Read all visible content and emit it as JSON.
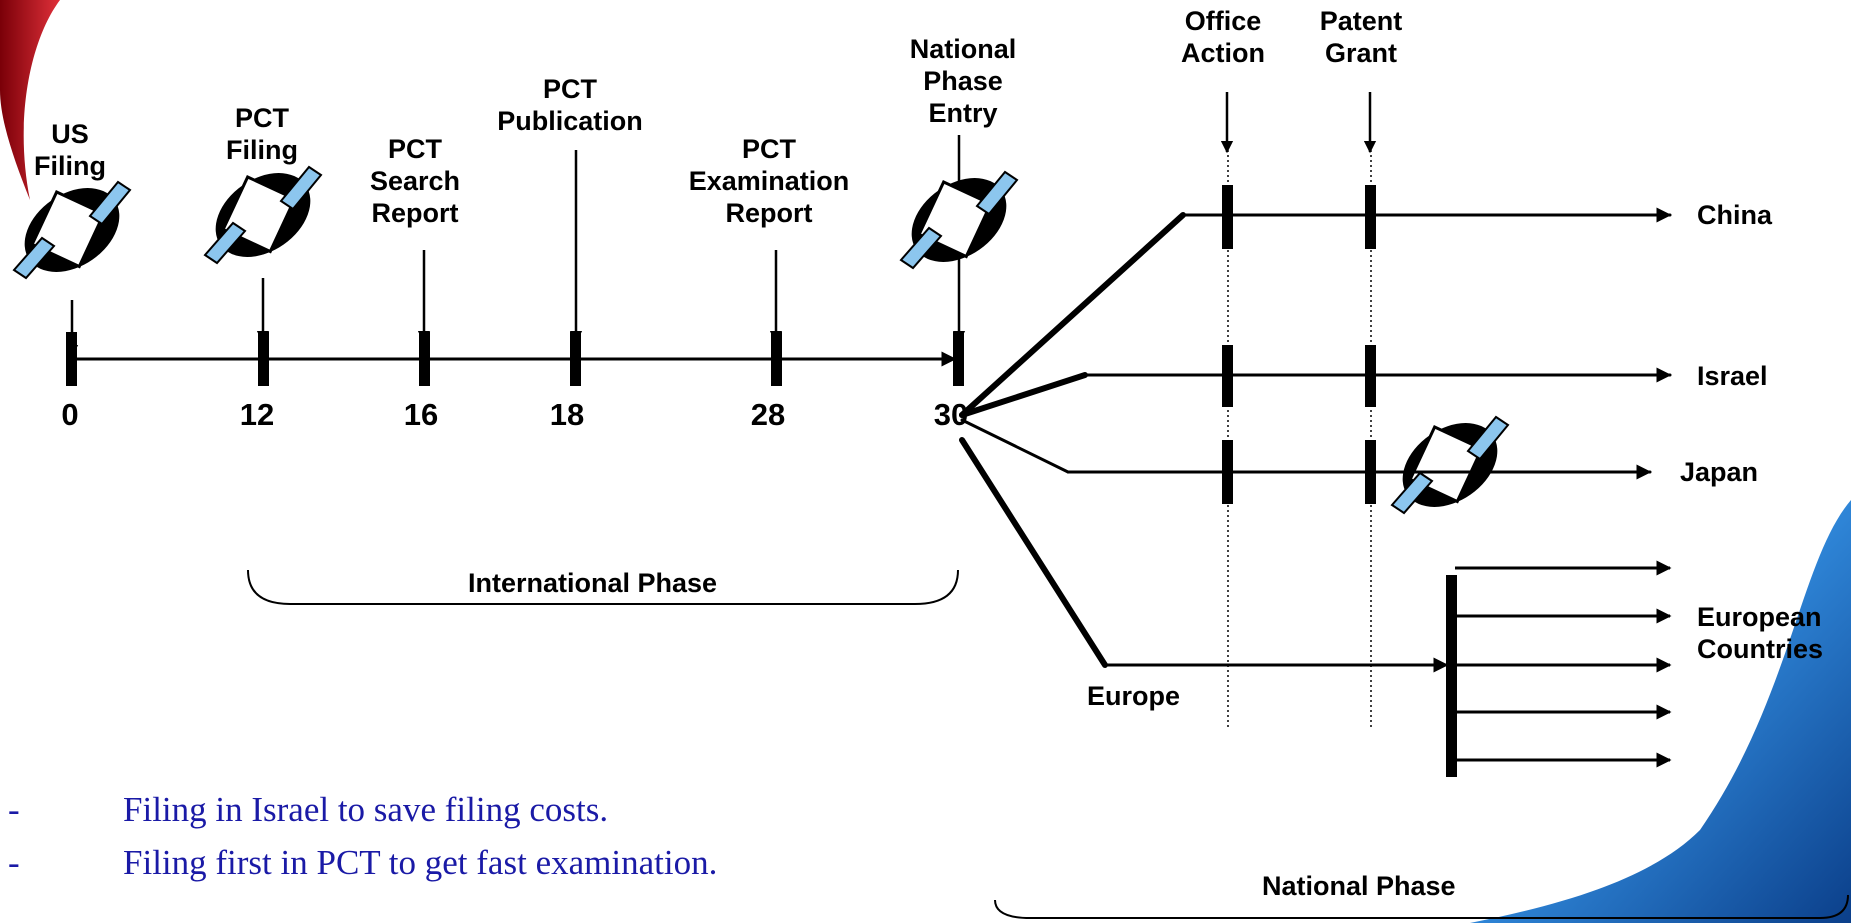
{
  "timeline": {
    "events": [
      {
        "month": "0",
        "label": "US\nFiling"
      },
      {
        "month": "12",
        "label": "PCT\nFiling"
      },
      {
        "month": "16",
        "label": "PCT\nSearch\nReport"
      },
      {
        "month": "18",
        "label": "PCT\nPublication"
      },
      {
        "month": "28",
        "label": "PCT\nExamination\nReport"
      },
      {
        "month": "30",
        "label": "National\nPhase\nEntry"
      }
    ],
    "international_phase_label": "International Phase",
    "national_phase_label": "National Phase"
  },
  "milestones": {
    "office_action": "Office\nAction",
    "patent_grant": "Patent\nGrant"
  },
  "countries": {
    "china": "China",
    "israel": "Israel",
    "japan": "Japan",
    "europe": "Europe",
    "european_countries": "European\nCountries"
  },
  "notes": [
    "Filing in Israel to save filing costs.",
    "Filing first in PCT to get fast examination."
  ],
  "icons": [
    "filing-hand-icon"
  ],
  "colors": {
    "ink": "#000000",
    "note_text": "#1a1aa6",
    "swoosh_red": "#c0141c",
    "swoosh_blue": "#1f6fc4"
  }
}
